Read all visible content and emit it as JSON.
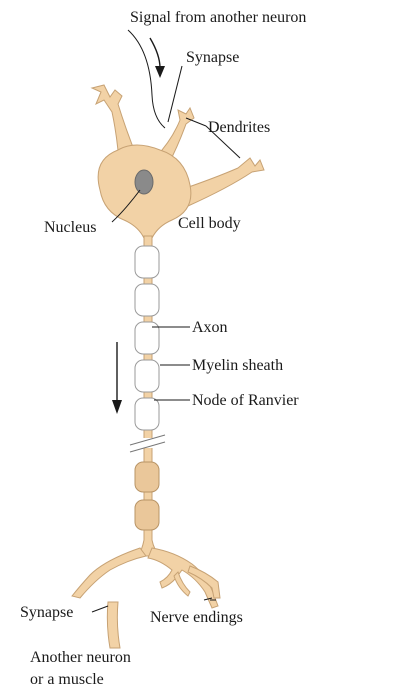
{
  "labels": {
    "signal": "Signal from another neuron",
    "synapse_top": "Synapse",
    "dendrites": "Dendrites",
    "nucleus": "Nucleus",
    "cell_body": "Cell body",
    "axon": "Axon",
    "myelin_sheath": "Myelin sheath",
    "node_of_ranvier": "Node of Ranvier",
    "synapse_bottom": "Synapse",
    "nerve_endings": "Nerve endings",
    "target_line1": "Another neuron",
    "target_line2": "or a muscle"
  },
  "colors": {
    "cell": "#f2d2a6",
    "cell_outline": "#c7a274",
    "nucleus": "#8a8a8a",
    "myelin": "#ffffff",
    "text": "#1a1a1a"
  }
}
